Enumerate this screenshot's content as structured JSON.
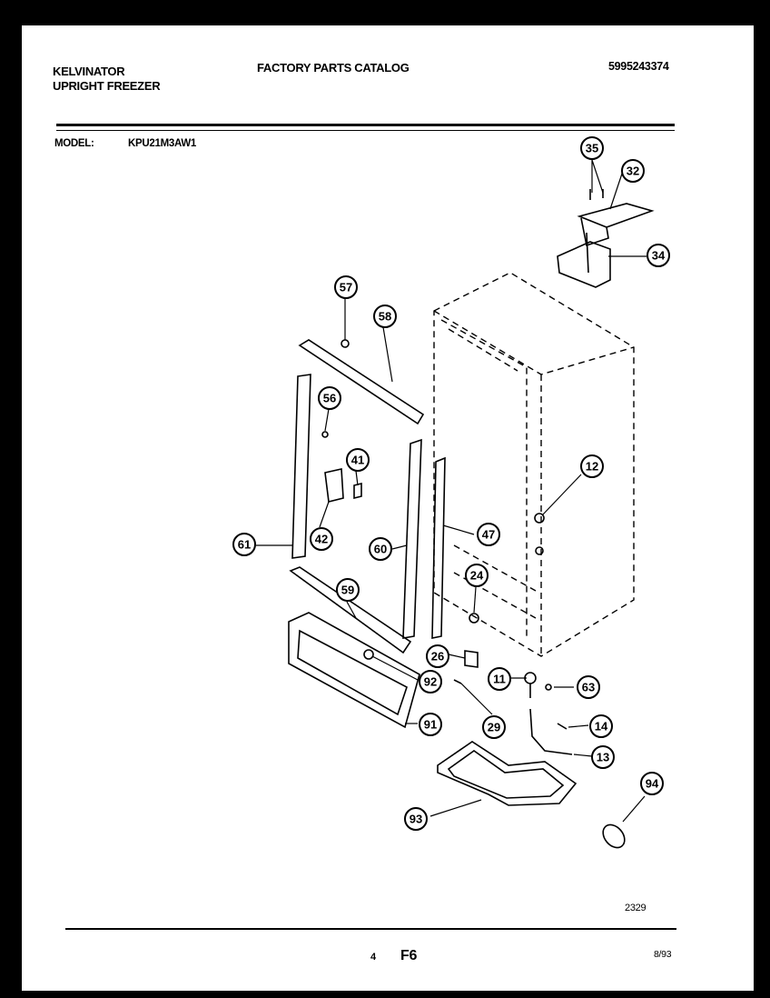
{
  "header": {
    "brand_line1": "KELVINATOR",
    "brand_line2": "UPRIGHT FREEZER",
    "title": "FACTORY PARTS CATALOG",
    "catalog_number": "5995243374"
  },
  "model": {
    "label": "MODEL:",
    "value": "KPU21M3AW1"
  },
  "callouts": [
    "35",
    "32",
    "34",
    "57",
    "58",
    "56",
    "41",
    "12",
    "61",
    "42",
    "60",
    "47",
    "24",
    "59",
    "26",
    "92",
    "11",
    "63",
    "91",
    "29",
    "14",
    "13",
    "94",
    "93"
  ],
  "footer": {
    "figure_number": "2329",
    "page_number": "4",
    "section": "F6",
    "date": "8/93"
  }
}
